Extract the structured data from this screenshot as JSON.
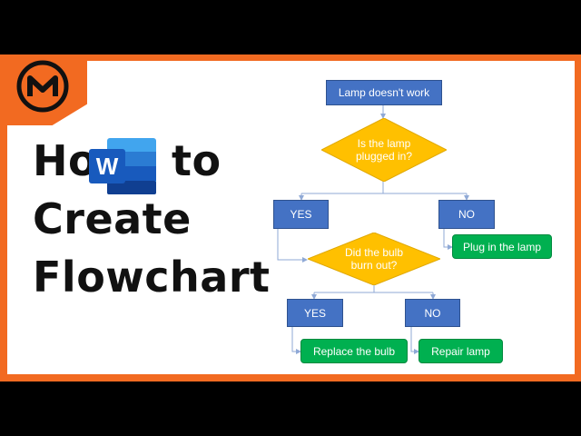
{
  "title": {
    "line1a": "Ho",
    "line1b": "to",
    "line2": "Create",
    "line3": "Flowchart"
  },
  "word_icon": {
    "letter": "W"
  },
  "flowchart": {
    "start": "Lamp doesn't work",
    "q1": [
      "Is the lamp",
      "plugged in?"
    ],
    "yes1": "YES",
    "no1": "NO",
    "action1": "Plug in the lamp",
    "q2": [
      "Did the bulb",
      "burn out?"
    ],
    "yes2": "YES",
    "no2": "NO",
    "action2": "Replace the bulb",
    "action3": "Repair lamp"
  },
  "colors": {
    "brand_orange": "#f26a21",
    "box_blue": "#4472c4",
    "diamond_yellow": "#ffc000",
    "action_green": "#00b050",
    "word_blue": "#185abd"
  }
}
